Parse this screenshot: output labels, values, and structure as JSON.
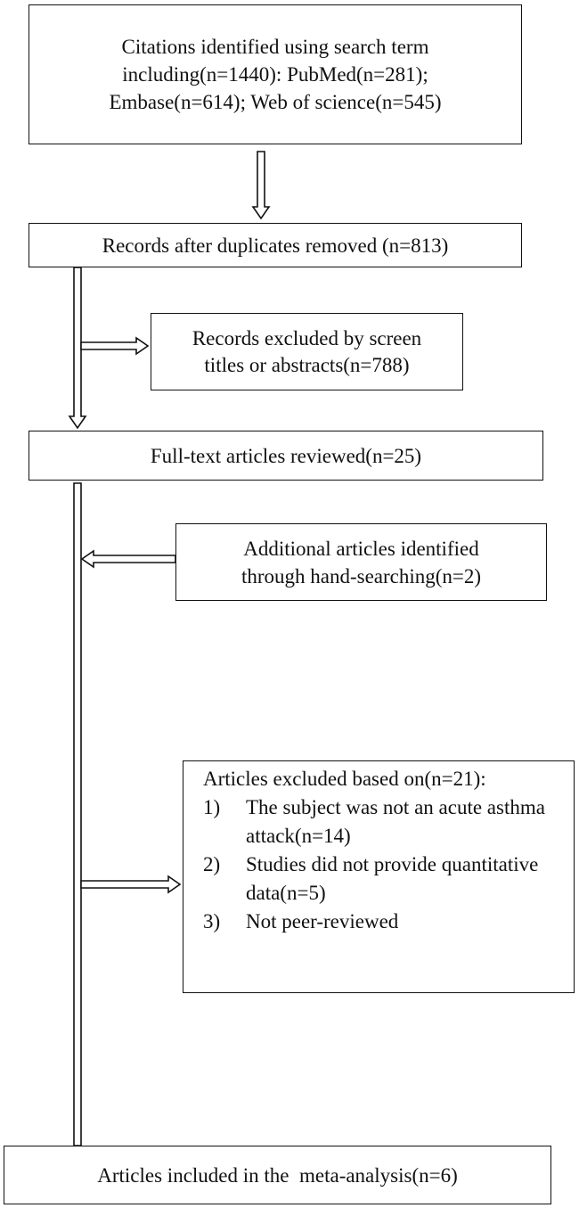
{
  "flow": {
    "identified": {
      "lines": [
        "Citations identified using search term",
        "including(n=1440): PubMed(n=281);",
        "Embase(n=614); Web of science(n=545)"
      ]
    },
    "deduplicated": {
      "text": "Records after duplicates removed (n=813)"
    },
    "screen_excluded": {
      "lines": [
        "Records excluded by screen",
        "titles or abstracts(n=788)"
      ]
    },
    "full_text": {
      "text": "Full-text articles reviewed(n=25)"
    },
    "additional": {
      "lines": [
        "Additional articles identified",
        "through hand-searching(n=2)"
      ]
    },
    "excluded": {
      "heading": "Articles excluded based on(n=21):",
      "items": [
        {
          "num": "1)",
          "text": "The subject was not an acute asthma attack(n=14)"
        },
        {
          "num": "2)",
          "text": "Studies did not provide quantitative data(n=5)"
        },
        {
          "num": "3)",
          "text": "Not peer-reviewed"
        }
      ]
    },
    "included": {
      "text": "Articles included in the  meta-analysis(n=6)"
    }
  }
}
